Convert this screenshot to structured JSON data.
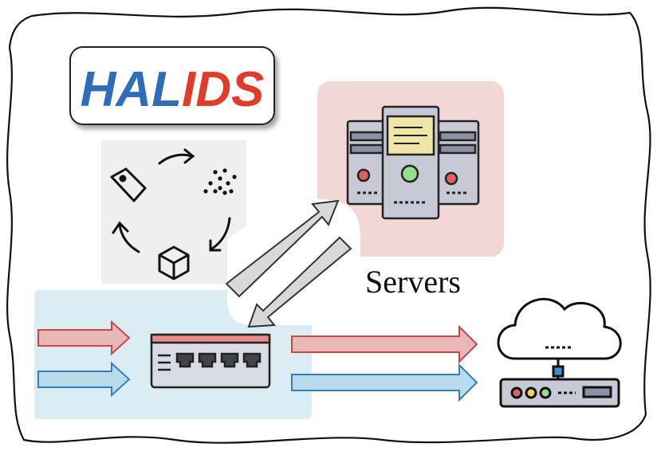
{
  "logo": {
    "part1": "HAL",
    "part2": "IDS",
    "color1": "#2f6db8",
    "color2": "#e23b2a"
  },
  "servers_label": "Servers",
  "colors": {
    "frame_stroke": "#111111",
    "servers_bg": "#f1d7d6",
    "switch_bg": "#dbecf3",
    "cycle_bg": "#efefef",
    "arrow_red_fill": "#e8b7b7",
    "arrow_red_stroke": "#cc4444",
    "arrow_blue_fill": "#b9dcea",
    "arrow_blue_stroke": "#2f7fc4",
    "arrow_gray_fill": "#d8d8d8",
    "arrow_gray_stroke": "#333333"
  },
  "icons": {
    "cycle": [
      "tag-icon",
      "scatter-dots-icon",
      "cube-icon",
      "cycle-arrow-icon"
    ],
    "servers": "server-rack-icon",
    "switch": "network-switch-icon",
    "cloud": "cloud-server-icon"
  }
}
